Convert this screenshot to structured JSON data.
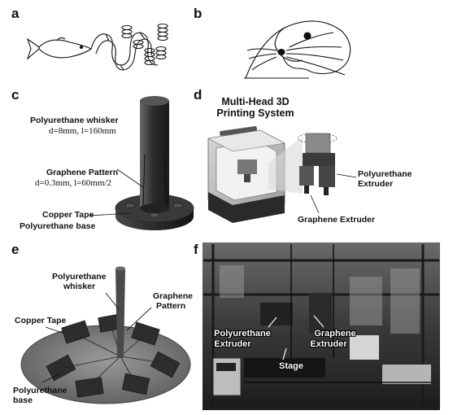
{
  "panels": {
    "a": {
      "letter": "a"
    },
    "b": {
      "letter": "b"
    },
    "c": {
      "letter": "c",
      "whisker_label": "Polyurethane whisker",
      "whisker_dims": "d=8mm,  l=160mm",
      "graphene_label": "Graphene Pattern",
      "graphene_dims": "d=0.3mm,  l=60mm/2",
      "copper_label": "Copper Tape",
      "base_label": "Polyurethane base"
    },
    "d": {
      "letter": "d",
      "title_line1": "Multi-Head 3D",
      "title_line2": "Printing System",
      "pu_extruder_line1": "Polyurethane",
      "pu_extruder_line2": "Extruder",
      "graphene_extruder": "Graphene Extruder"
    },
    "e": {
      "letter": "e",
      "whisker_line1": "Polyurethane",
      "whisker_line2": "whisker",
      "graphene_line1": "Graphene",
      "graphene_line2": "Pattern",
      "copper_label": "Copper Tape",
      "base_line1": "Polyurethane",
      "base_line2": "base"
    },
    "f": {
      "letter": "f",
      "pu_extruder_line1": "Polyurethane",
      "pu_extruder_line2": "Extruder",
      "graphene_extruder_line1": "Graphene",
      "graphene_extruder_line2": "Extruder",
      "stage_label": "Stage"
    }
  },
  "colors": {
    "ink": "#111111",
    "photo_bg": "#2a2a2a",
    "tape": "#3a3a3a"
  }
}
